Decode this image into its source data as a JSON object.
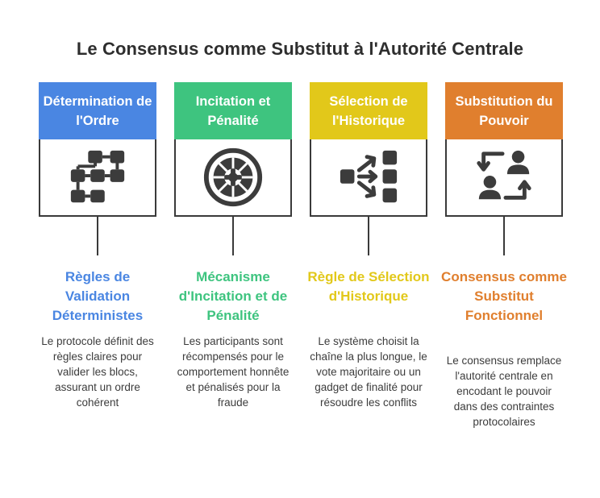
{
  "title": "Le Consensus comme Substitut à l'Autorité Centrale",
  "colors": {
    "blue": "#4a86e2",
    "green": "#3ec47f",
    "yellow": "#e2c81a",
    "orange": "#e07f2e",
    "icon": "#3c3c3c"
  },
  "columns": [
    {
      "header": "Détermination de l'Ordre",
      "icon": "flowchart-icon",
      "subtitle": "Règles de Validation Déterministes",
      "description": "Le protocole définit des règles claires pour valider les blocs, assurant un ordre cohérent"
    },
    {
      "header": "Incitation et Pénalité",
      "icon": "roulette-wheel-icon",
      "subtitle": "Mécanisme d'Incitation et de Pénalité",
      "description": "Les participants sont récompensés pour le comportement honnête et pénalisés pour la fraude"
    },
    {
      "header": "Sélection de l'Historique",
      "icon": "selection-arrows-icon",
      "subtitle": "Règle de Sélection d'Historique",
      "description": "Le système choisit la chaîne la plus longue, le vote majoritaire ou un gadget de finalité pour résoudre les conflits"
    },
    {
      "header": "Substitution du Pouvoir",
      "icon": "user-swap-icon",
      "subtitle": "Consensus comme Substitut Fonctionnel",
      "description": "Le consensus remplace l'autorité centrale en encodant le pouvoir dans des contraintes protocolaires"
    }
  ]
}
